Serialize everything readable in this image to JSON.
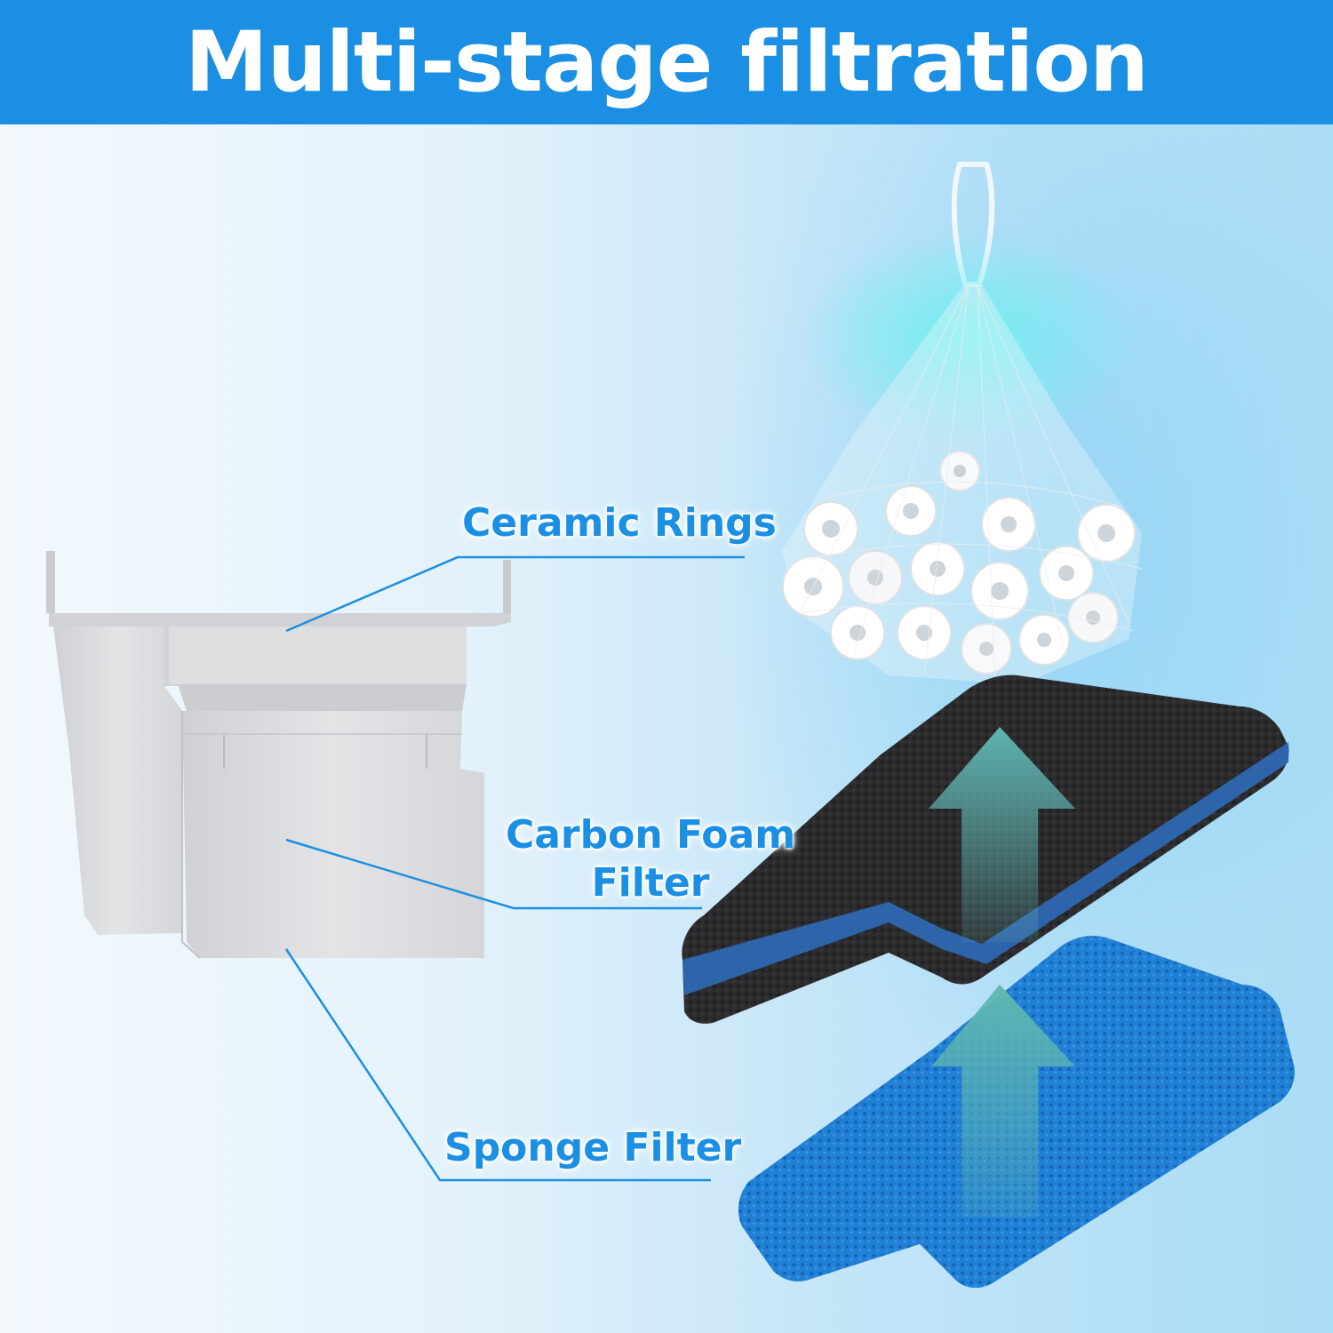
{
  "title": "Multi-stage filtration",
  "labels": {
    "ceramic_rings": "Ceramic Rings",
    "carbon_foam_filter": "Carbon Foam Filter",
    "sponge_filter": "Sponge Filter"
  },
  "colors": {
    "accent": "#1a8fe3",
    "header_bg": "#1a8fe3",
    "callout_line": "#1a8fe3",
    "flow_arrow": "#5fb3b0",
    "carbon_foam": "#2a2a2c",
    "sponge": "#1f7ad0",
    "filter_box": "#d9dbdd"
  }
}
